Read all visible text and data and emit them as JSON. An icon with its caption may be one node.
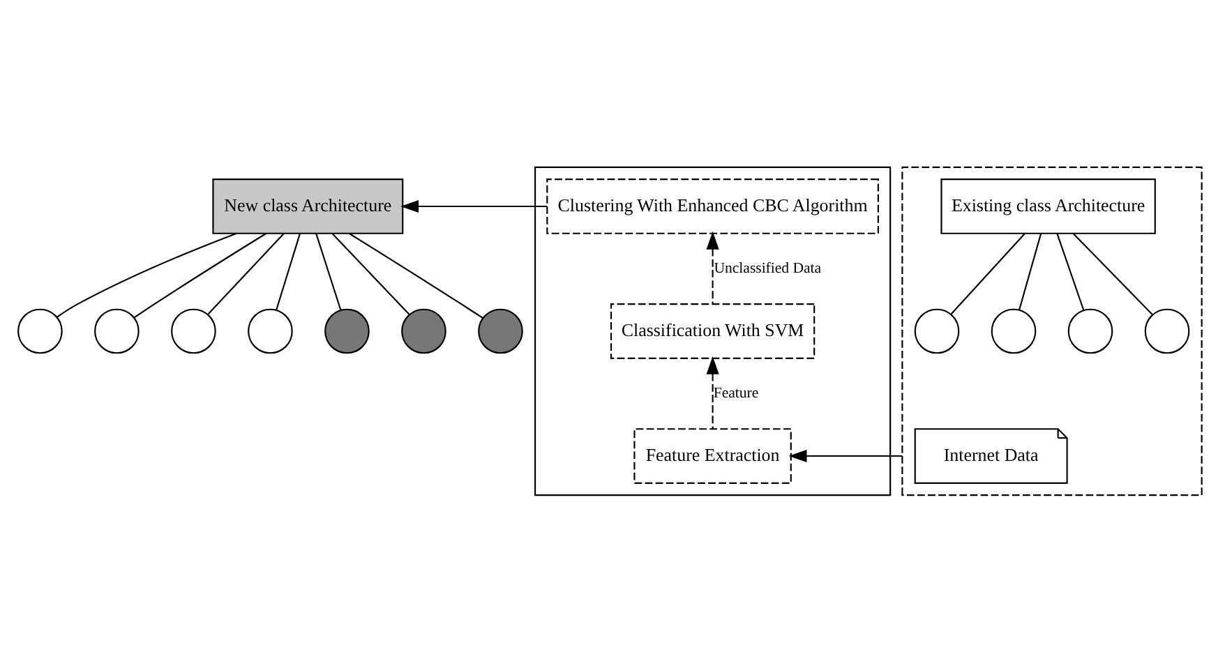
{
  "diagram": {
    "nodes": [
      {
        "text": [
          "New class Architecture"
        ]
      },
      {
        "text": [],
        "shape": "circle"
      },
      {
        "text": [],
        "shape": "circle"
      },
      {
        "text": [],
        "shape": "circle"
      },
      {
        "text": [],
        "shape": "circle"
      },
      {
        "text": [],
        "shape": "circle"
      },
      {
        "text": [],
        "shape": "circle"
      },
      {
        "text": [],
        "shape": "circle"
      },
      {
        "text": [],
        "shape": "box"
      },
      {
        "text": [
          "Clustering With Enhanced CBC Algorithm"
        ],
        "in": 8
      },
      {
        "text": [
          "Classification With SVM"
        ],
        "in": 8
      },
      {
        "text": [
          "Feature Extraction"
        ],
        "in": 8
      },
      {
        "text": [],
        "shape": "box"
      },
      {
        "text": [
          "Existing class Architecture"
        ],
        "in": 12
      },
      {
        "text": [],
        "shape": "circle",
        "in": 12
      },
      {
        "text": [],
        "shape": "circle",
        "in": 12
      },
      {
        "text": [],
        "shape": "circle",
        "in": 12
      },
      {
        "text": [],
        "shape": "circle",
        "in": 12
      },
      {
        "text": [
          "Internet Data"
        ],
        "in": 12
      }
    ],
    "edges": [
      {
        "from": 9,
        "to": 0,
        "arrow": "to"
      },
      {
        "from": 0,
        "to": 1,
        "arrow": "none"
      },
      {
        "from": 0,
        "to": 2,
        "arrow": "none"
      },
      {
        "from": 0,
        "to": 3,
        "arrow": "none"
      },
      {
        "from": 0,
        "to": 4,
        "arrow": "none"
      },
      {
        "from": 0,
        "to": 5,
        "arrow": "none"
      },
      {
        "from": 0,
        "to": 6,
        "arrow": "none"
      },
      {
        "from": 0,
        "to": 7,
        "arrow": "none"
      },
      {
        "from": 10,
        "to": 9,
        "arrow": "to",
        "label": "Unclassified Data",
        "style": "dashed"
      },
      {
        "from": 11,
        "to": 10,
        "arrow": "to",
        "label": "Feature",
        "style": "dashed"
      },
      {
        "from": 13,
        "to": 14,
        "arrow": "none"
      },
      {
        "from": 13,
        "to": 15,
        "arrow": "none"
      },
      {
        "from": 13,
        "to": 16,
        "arrow": "none"
      },
      {
        "from": 13,
        "to": 17,
        "arrow": "none"
      },
      {
        "from": 12,
        "to": 11,
        "arrow": "to"
      }
    ]
  }
}
